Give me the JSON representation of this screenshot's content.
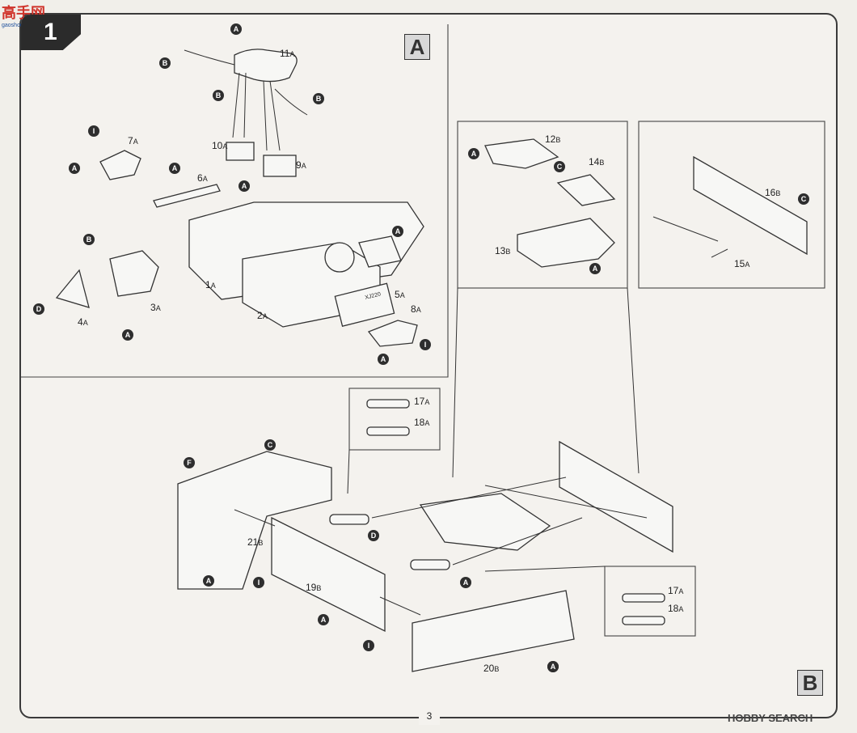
{
  "header": {
    "logo_text": "高手网",
    "logo_sub": "gaoshou.com",
    "step_number": "1"
  },
  "sections": {
    "a_label": "A",
    "b_label": "B"
  },
  "page_number": "3",
  "watermark": "HOBBY SEARCH",
  "parts": [
    {
      "num": "11",
      "sfx": "A"
    },
    {
      "num": "10",
      "sfx": "A"
    },
    {
      "num": "9",
      "sfx": "A"
    },
    {
      "num": "7",
      "sfx": "A"
    },
    {
      "num": "6",
      "sfx": "A"
    },
    {
      "num": "1",
      "sfx": "A"
    },
    {
      "num": "2",
      "sfx": "A"
    },
    {
      "num": "3",
      "sfx": "A"
    },
    {
      "num": "4",
      "sfx": "A"
    },
    {
      "num": "5",
      "sfx": "A"
    },
    {
      "num": "8",
      "sfx": "A"
    },
    {
      "num": "12",
      "sfx": "B"
    },
    {
      "num": "13",
      "sfx": "B"
    },
    {
      "num": "14",
      "sfx": "B"
    },
    {
      "num": "16",
      "sfx": "B"
    },
    {
      "num": "15",
      "sfx": "A"
    },
    {
      "num": "17",
      "sfx": "A"
    },
    {
      "num": "18",
      "sfx": "A"
    },
    {
      "num": "21",
      "sfx": "B"
    },
    {
      "num": "19",
      "sfx": "B"
    },
    {
      "num": "20",
      "sfx": "B"
    },
    {
      "num": "17",
      "sfx": "A"
    },
    {
      "num": "18",
      "sfx": "A"
    }
  ],
  "callouts": [
    "A",
    "B",
    "B",
    "B",
    "I",
    "A",
    "A",
    "A",
    "B",
    "D",
    "A",
    "A",
    "I",
    "A",
    "A",
    "C",
    "A",
    "C",
    "C",
    "F",
    "A",
    "D",
    "I",
    "A",
    "A",
    "C",
    "I",
    "A"
  ],
  "engine_marking": "XJ220"
}
